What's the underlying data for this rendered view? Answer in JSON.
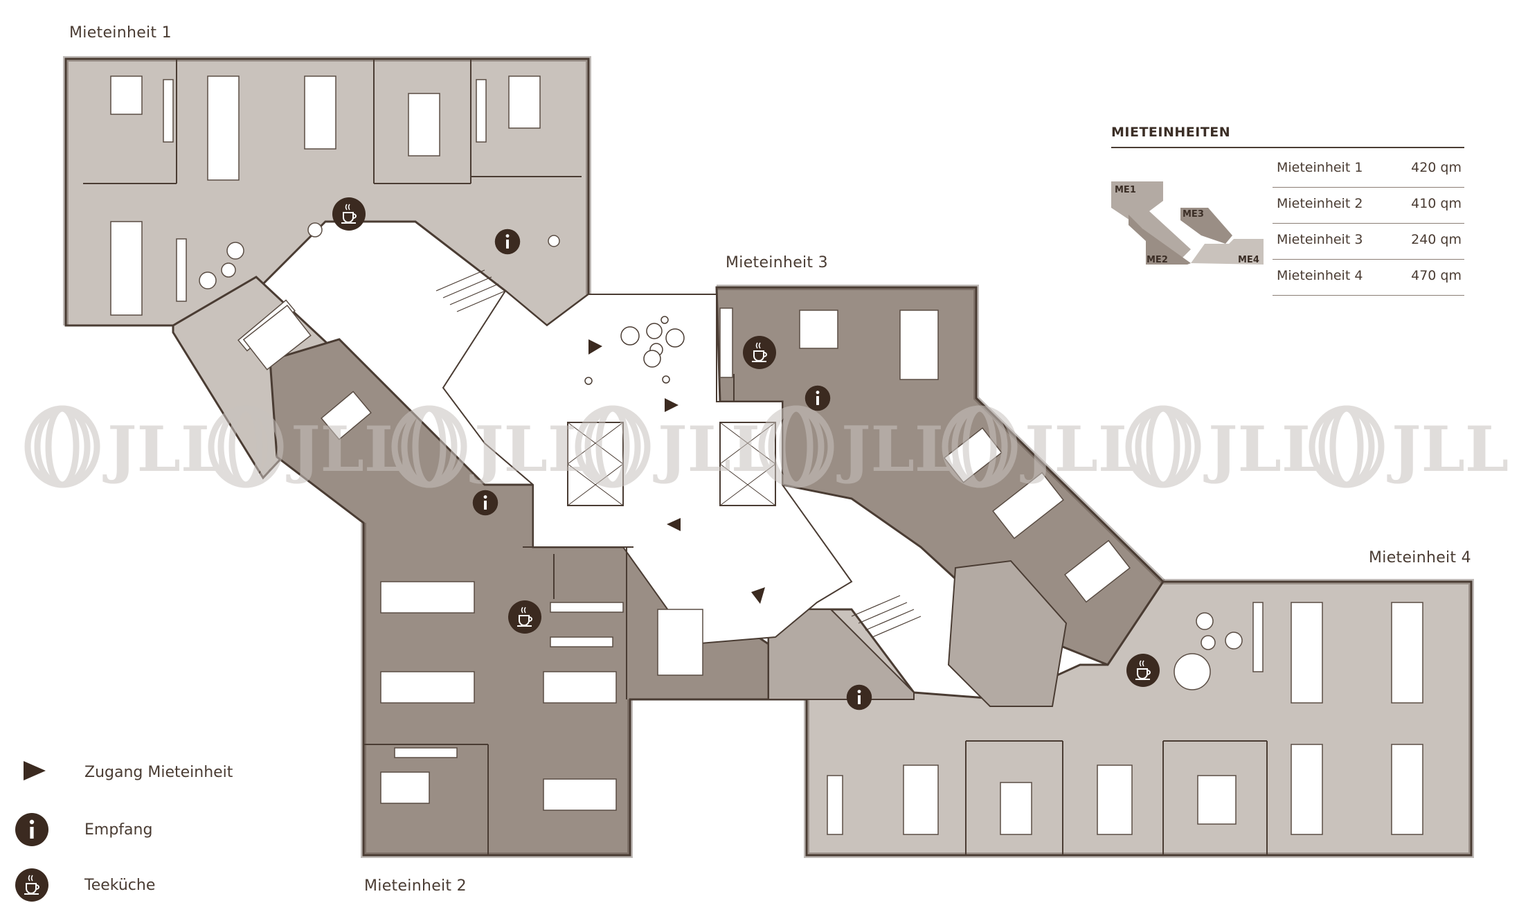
{
  "units": {
    "me1": "Mieteinheit 1",
    "me2": "Mieteinheit 2",
    "me3": "Mieteinheit 3",
    "me4": "Mieteinheit 4"
  },
  "table": {
    "title": "MIETEINHEITEN",
    "rows": [
      {
        "name": "Mieteinheit 1",
        "area": "420 qm"
      },
      {
        "name": "Mieteinheit 2",
        "area": "410 qm"
      },
      {
        "name": "Mieteinheit 3",
        "area": "240 qm"
      },
      {
        "name": "Mieteinheit 4",
        "area": "470 qm"
      }
    ]
  },
  "mini_map": {
    "tags": [
      "ME1",
      "ME2",
      "ME3",
      "ME4"
    ]
  },
  "legend": {
    "entrance": "Zugang Mieteinheit",
    "reception": "Empfang",
    "kitchen": "Teeküche"
  },
  "watermark": "JLL",
  "icons": {
    "entrance": "triangle-arrow-icon",
    "reception": "info-icon",
    "kitchen": "coffee-cup-icon"
  },
  "colors": {
    "unit_dark": "#9a8e85",
    "unit_mid": "#b3aaa3",
    "unit_light": "#c9c2bc",
    "core": "#ffffff",
    "ink": "#3b2e26",
    "icon_bg": "#3b2a20"
  }
}
